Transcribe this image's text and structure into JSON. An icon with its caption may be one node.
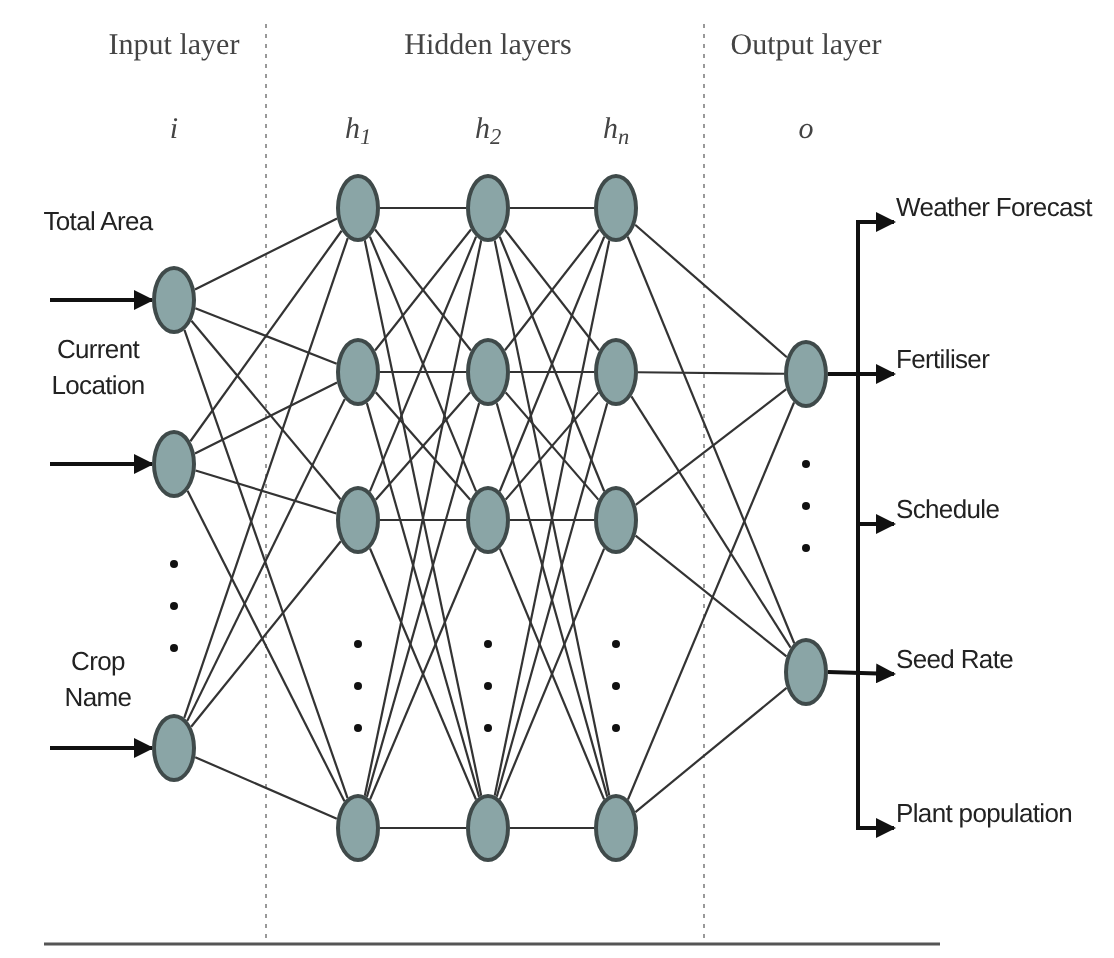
{
  "diagram": {
    "nodes": [
      {
        "text": [],
        "shape": "circle"
      },
      {
        "text": [],
        "shape": "circle"
      },
      {
        "text": [],
        "shape": "circle"
      },
      {
        "text": [],
        "shape": "circle"
      },
      {
        "text": [],
        "shape": "circle"
      },
      {
        "text": [],
        "shape": "circle"
      },
      {
        "text": [],
        "shape": "circle"
      },
      {
        "text": [],
        "shape": "circle"
      },
      {
        "text": [],
        "shape": "circle"
      },
      {
        "text": [],
        "shape": "circle"
      },
      {
        "text": [],
        "shape": "circle"
      },
      {
        "text": [],
        "shape": "circle"
      },
      {
        "text": [],
        "shape": "circle"
      },
      {
        "text": [],
        "shape": "circle"
      },
      {
        "text": [],
        "shape": "circle"
      },
      {
        "text": [],
        "shape": "circle"
      },
      {
        "text": [],
        "shape": "circle"
      },
      {
        "text": [
          "Weather Forecast"
        ]
      },
      {
        "text": [
          "Fertiliser"
        ]
      },
      {
        "text": [
          "Schedule"
        ]
      },
      {
        "text": [
          "Seed Rate"
        ]
      },
      {
        "text": [
          "Plant population"
        ]
      }
    ],
    "edges": [
      {
        "from": null,
        "to": 0,
        "arrow": "to"
      },
      {
        "from": null,
        "to": 1,
        "arrow": "to"
      },
      {
        "from": null,
        "to": 2,
        "arrow": "to"
      },
      {
        "from": 0,
        "to": 3,
        "arrow": "none"
      },
      {
        "from": 0,
        "to": 4,
        "arrow": "none"
      },
      {
        "from": 0,
        "to": 5,
        "arrow": "none"
      },
      {
        "from": 0,
        "to": 6,
        "arrow": "none"
      },
      {
        "from": 1,
        "to": 3,
        "arrow": "none"
      },
      {
        "from": 1,
        "to": 4,
        "arrow": "none"
      },
      {
        "from": 1,
        "to": 5,
        "arrow": "none"
      },
      {
        "from": 1,
        "to": 6,
        "arrow": "none"
      },
      {
        "from": 2,
        "to": 3,
        "arrow": "none"
      },
      {
        "from": 2,
        "to": 4,
        "arrow": "none"
      },
      {
        "from": 2,
        "to": 5,
        "arrow": "none"
      },
      {
        "from": 2,
        "to": 6,
        "arrow": "none"
      },
      {
        "from": 3,
        "to": 7,
        "arrow": "none"
      },
      {
        "from": 3,
        "to": 8,
        "arrow": "none"
      },
      {
        "from": 3,
        "to": 9,
        "arrow": "none"
      },
      {
        "from": 3,
        "to": 10,
        "arrow": "none"
      },
      {
        "from": 4,
        "to": 7,
        "arrow": "none"
      },
      {
        "from": 4,
        "to": 8,
        "arrow": "none"
      },
      {
        "from": 4,
        "to": 9,
        "arrow": "none"
      },
      {
        "from": 4,
        "to": 10,
        "arrow": "none"
      },
      {
        "from": 5,
        "to": 7,
        "arrow": "none"
      },
      {
        "from": 5,
        "to": 8,
        "arrow": "none"
      },
      {
        "from": 5,
        "to": 9,
        "arrow": "none"
      },
      {
        "from": 5,
        "to": 10,
        "arrow": "none"
      },
      {
        "from": 6,
        "to": 7,
        "arrow": "none"
      },
      {
        "from": 6,
        "to": 8,
        "arrow": "none"
      },
      {
        "from": 6,
        "to": 9,
        "arrow": "none"
      },
      {
        "from": 6,
        "to": 10,
        "arrow": "none"
      },
      {
        "from": 7,
        "to": 11,
        "arrow": "none"
      },
      {
        "from": 7,
        "to": 12,
        "arrow": "none"
      },
      {
        "from": 7,
        "to": 13,
        "arrow": "none"
      },
      {
        "from": 7,
        "to": 14,
        "arrow": "none"
      },
      {
        "from": 8,
        "to": 11,
        "arrow": "none"
      },
      {
        "from": 8,
        "to": 12,
        "arrow": "none"
      },
      {
        "from": 8,
        "to": 13,
        "arrow": "none"
      },
      {
        "from": 8,
        "to": 14,
        "arrow": "none"
      },
      {
        "from": 9,
        "to": 11,
        "arrow": "none"
      },
      {
        "from": 9,
        "to": 12,
        "arrow": "none"
      },
      {
        "from": 9,
        "to": 13,
        "arrow": "none"
      },
      {
        "from": 9,
        "to": 14,
        "arrow": "none"
      },
      {
        "from": 10,
        "to": 11,
        "arrow": "none"
      },
      {
        "from": 10,
        "to": 12,
        "arrow": "none"
      },
      {
        "from": 10,
        "to": 13,
        "arrow": "none"
      },
      {
        "from": 10,
        "to": 14,
        "arrow": "none"
      },
      {
        "from": 11,
        "to": 15,
        "arrow": "none"
      },
      {
        "from": 11,
        "to": 16,
        "arrow": "none"
      },
      {
        "from": 12,
        "to": 15,
        "arrow": "none"
      },
      {
        "from": 12,
        "to": 16,
        "arrow": "none"
      },
      {
        "from": 13,
        "to": 15,
        "arrow": "none"
      },
      {
        "from": 13,
        "to": 16,
        "arrow": "none"
      },
      {
        "from": 14,
        "to": 15,
        "arrow": "none"
      },
      {
        "from": 14,
        "to": 16,
        "arrow": "none"
      },
      {
        "from": 15,
        "to": 18,
        "arrow": "to"
      },
      {
        "from": 16,
        "to": 20,
        "arrow": "to"
      },
      {
        "from": null,
        "to": 17,
        "arrow": "to"
      },
      {
        "from": null,
        "to": 19,
        "arrow": "to"
      },
      {
        "from": null,
        "to": 21,
        "arrow": "to"
      }
    ],
    "labels": [
      "Input layer",
      "Hidden layers",
      "Output layer",
      "i",
      "h$_{1}$",
      "h$_{2}$",
      "h$_{n}$",
      "o",
      "Total Area",
      "Current Location",
      "Crop Name"
    ]
  }
}
